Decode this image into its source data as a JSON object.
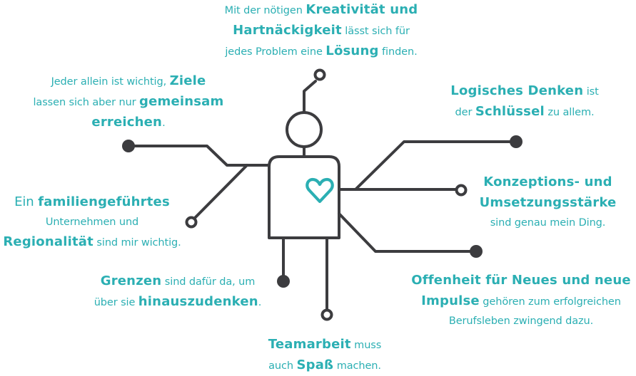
{
  "colors": {
    "line": "#3c3c3f",
    "accent": "#2bafb3",
    "background": "#ffffff"
  },
  "icons": {
    "heart": "heart-icon"
  },
  "captions": {
    "kreativitaet": {
      "t1": "Mit der nötigen ",
      "b1": "Kreativität und",
      "b2": "Hartnäckigkeit",
      "t2": " lässt sich für",
      "t3": "jedes Problem eine ",
      "b3": "Lösung",
      "t4": " finden."
    },
    "ziele": {
      "t1": "Jeder allein ist wichtig, ",
      "b1": "Ziele",
      "t2": "lassen sich aber nur ",
      "b2": "gemeinsam",
      "b3": "erreichen",
      "t3": "."
    },
    "logisch": {
      "b1": "Logisches Denken",
      "t1": " ist",
      "t2": "der ",
      "b2": "Schlüssel",
      "t3": " zu allem."
    },
    "konzeption": {
      "b1": "Konzeptions- und",
      "b2": "Umsetzungsstärke",
      "t1": "sind genau mein Ding."
    },
    "familie": {
      "t1": "Ein ",
      "b1": "familiengeführtes",
      "t2": "Unternehmen und",
      "b2": "Regionalität",
      "t3": " sind mir wichtig."
    },
    "grenzen": {
      "b1": "Grenzen",
      "t1": " sind dafür da, um",
      "t2": "über sie ",
      "b2": "hinauszudenken",
      "t3": "."
    },
    "offenheit": {
      "b1": "Offenheit für Neues und neue",
      "b2": "Impulse",
      "t1": " gehören zum erfolgreichen",
      "t2": "Berufsleben zwingend dazu."
    },
    "teamarbeit": {
      "b1": "Teamarbeit",
      "t1": " muss",
      "t2": "auch ",
      "b2": "Spaß",
      "t3": " machen."
    }
  }
}
